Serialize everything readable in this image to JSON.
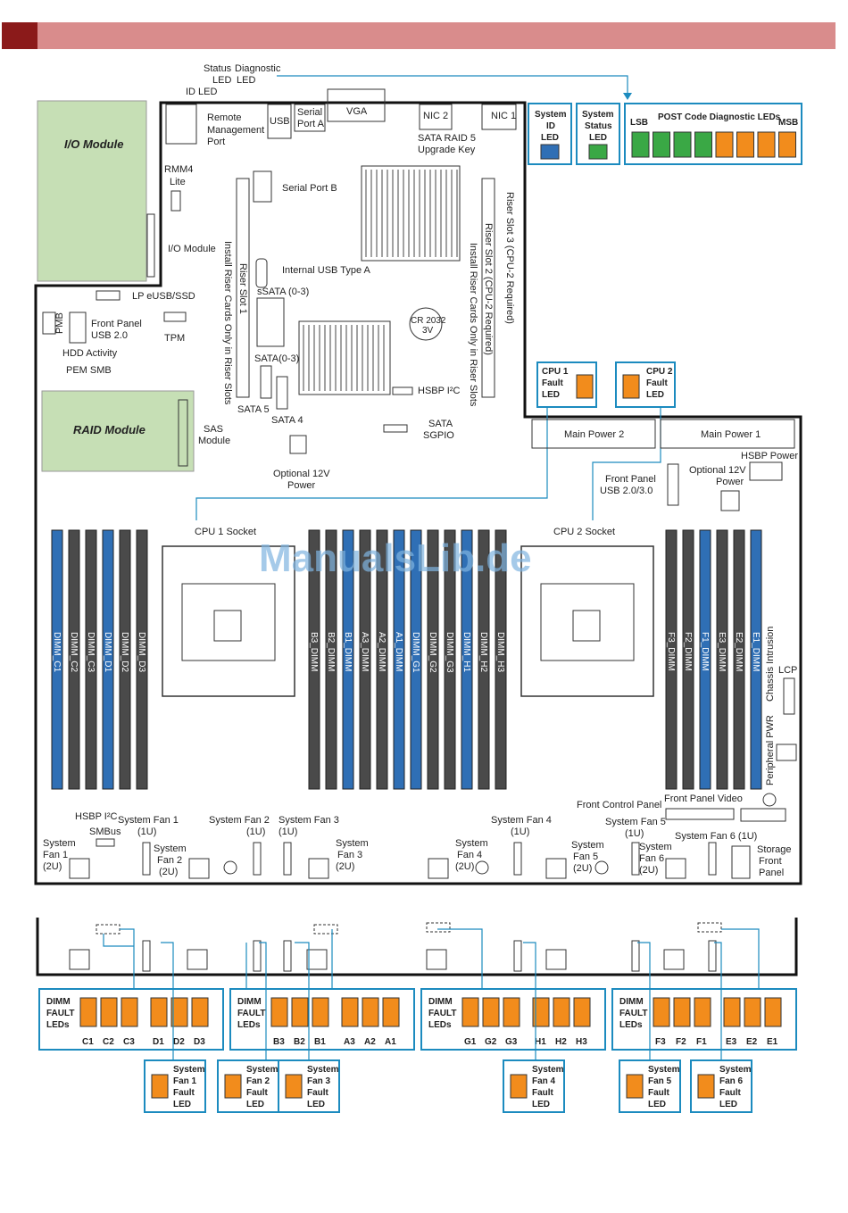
{
  "colors": {
    "header": "#d98c8c",
    "header_square": "#8b1a1a",
    "module_fill": "#c6dfb5",
    "dimm_blue": "#2f6fb5",
    "dimm_gray": "#4a4a4a",
    "led_orange": "#f28c1c",
    "led_green": "#3aa845",
    "led_blue": "#2f6fb5",
    "leader": "#1c8bbf",
    "box_border": "#1c8bbf",
    "watermark": "#7fb3e0"
  },
  "watermark": "ManualsLib.de",
  "top_labels": {
    "status_led": "Status",
    "diagnostic_led": "Diagnostic",
    "led1": "LED",
    "led2": "LED",
    "id_led": "ID LED",
    "remote1": "Remote",
    "remote2": "Management",
    "remote3": "Port",
    "usb": "USB",
    "serial_a1": "Serial",
    "serial_a2": "Port A",
    "vga": "VGA",
    "nic2": "NIC 2",
    "nic1": "NIC 1",
    "sata_raid1": "SATA RAID 5",
    "sata_raid2": "Upgrade Key"
  },
  "led_boxes": {
    "system_id": [
      "System",
      "ID",
      "LED"
    ],
    "system_status": [
      "System",
      "Status",
      "LED"
    ],
    "lsb": "LSB",
    "post": "POST Code Diagnostic LEDs",
    "msb": "MSB",
    "cpu1": [
      "CPU 1",
      "Fault",
      "LED"
    ],
    "cpu2": [
      "CPU 2",
      "Fault",
      "LED"
    ]
  },
  "board_labels": {
    "io_module": "I/O Module",
    "rmm4a": "RMM4",
    "rmm4b": "Lite",
    "io_module_conn": "I/O Module",
    "serial_b": "Serial Port B",
    "usb_a": "Internal USB Type A",
    "ssata": "sSATA (0-3)",
    "sata03": "SATA(0-3)",
    "sata5": "SATA 5",
    "sata4": "SATA 4",
    "hsbp_i2c": "HSBP I²C",
    "sata_sgpio1": "SATA",
    "sata_sgpio2": "SGPIO",
    "cr2032a": "CR 2032",
    "cr2032b": "3V",
    "lp_esub": "LP eUSB/SSD",
    "pmb": "PMB",
    "front_usb1": "Front Panel",
    "front_usb2": "USB 2.0",
    "tpm": "TPM",
    "hdd": "HDD Activity",
    "pem": "PEM SMB",
    "raid": "RAID Module",
    "sas1": "SAS",
    "sas2": "Module",
    "opt12v1": "Optional 12V",
    "opt12v2": "Power",
    "riser1": "Riser Slot 1",
    "riser1_note": "Install Riser Cards Only in Riser Slots",
    "riser2": "Riser Slot 2  (CPU-2 Required)",
    "riser2_note": "Install Riser Cards Only in Riser Slots",
    "riser3": "Riser Slot 3  (CPU-2 Required)",
    "main_power2": "Main Power 2",
    "main_power1": "Main Power 1",
    "hsbp_power": "HSBP Power",
    "opt12v_r1": "Optional 12V",
    "opt12v_r2": "Power",
    "front_usb30a": "Front Panel",
    "front_usb30b": "USB 2.0/3.0",
    "cpu1_socket": "CPU 1 Socket",
    "cpu2_socket": "CPU 2 Socket",
    "lcp": "LCP",
    "chassis": "Chassis Intrusion",
    "periph": "Peripheral PWR",
    "front_control": "Front Control Panel",
    "front_video": "Front Panel Video",
    "hsbp_i2c2": "HSBP I²C",
    "smbus": "SMBus",
    "storage1": "Storage",
    "storage2": "Front",
    "storage3": "Panel"
  },
  "dimms": {
    "left": [
      "DIMM_C1",
      "DIMM_C2",
      "DIMM_C3",
      "DIMM_D1",
      "DIMM_D2",
      "DIMM_D3"
    ],
    "mid": [
      "B3_DIMM",
      "B2_DIMM",
      "B1_DIMM",
      "A3_DIMM",
      "A2_DIMM",
      "A1_DIMM",
      "DIMM_G1",
      "DIMM_G2",
      "DIMM_G3",
      "DIMM_H1",
      "DIMM_H2",
      "DIMM_H3"
    ],
    "right": [
      "F3_DIMM",
      "F2_DIMM",
      "F1_DIMM",
      "E3_DIMM",
      "E2_DIMM",
      "E1_DIMM"
    ]
  },
  "fans": {
    "f1_1u": [
      "System Fan 1",
      "(1U)"
    ],
    "f1_2u": [
      "System",
      "Fan 1",
      "(2U)"
    ],
    "f2_1u": [
      "System Fan 2",
      "(1U)"
    ],
    "f2_2u": [
      "System",
      "Fan 2",
      "(2U)"
    ],
    "f3_1u": [
      "System Fan 3",
      "(1U)"
    ],
    "f3_2u": [
      "System",
      "Fan 3",
      "(2U)"
    ],
    "f4_1u": [
      "System Fan 4",
      "(1U)"
    ],
    "f4_2u": [
      "System",
      "Fan 4",
      "(2U)"
    ],
    "f5_1u": [
      "System Fan 5",
      "(1U)"
    ],
    "f5_2u": [
      "System",
      "Fan 5",
      "(2U)"
    ],
    "f6_1u": [
      "System Fan 6 (1U)"
    ],
    "f6_2u": [
      "System",
      "Fan 6",
      "(2U)"
    ]
  },
  "fault_groups": [
    {
      "title": [
        "DIMM",
        "FAULT",
        "LEDs"
      ],
      "labels": [
        "C1",
        "C2",
        "C3",
        "D1",
        "D2",
        "D3"
      ]
    },
    {
      "title": [
        "DIMM",
        "FAULT",
        "LEDs"
      ],
      "labels": [
        "B3",
        "B2",
        "B1",
        "A3",
        "A2",
        "A1"
      ]
    },
    {
      "title": [
        "DIMM",
        "FAULT",
        "LEDs"
      ],
      "labels": [
        "G1",
        "G2",
        "G3",
        "H1",
        "H2",
        "H3"
      ]
    },
    {
      "title": [
        "DIMM",
        "FAULT",
        "LEDs"
      ],
      "labels": [
        "F3",
        "F2",
        "F1",
        "E3",
        "E2",
        "E1"
      ]
    }
  ],
  "fan_leds": [
    [
      "System",
      "Fan 1",
      "Fault",
      "LED"
    ],
    [
      "System",
      "Fan 2",
      "Fault",
      "LED"
    ],
    [
      "System",
      "Fan 3",
      "Fault",
      "LED"
    ],
    [
      "System",
      "Fan 4",
      "Fault",
      "LED"
    ],
    [
      "System",
      "Fan 5",
      "Fault",
      "LED"
    ],
    [
      "System",
      "Fan 6",
      "Fault",
      "LED"
    ]
  ]
}
